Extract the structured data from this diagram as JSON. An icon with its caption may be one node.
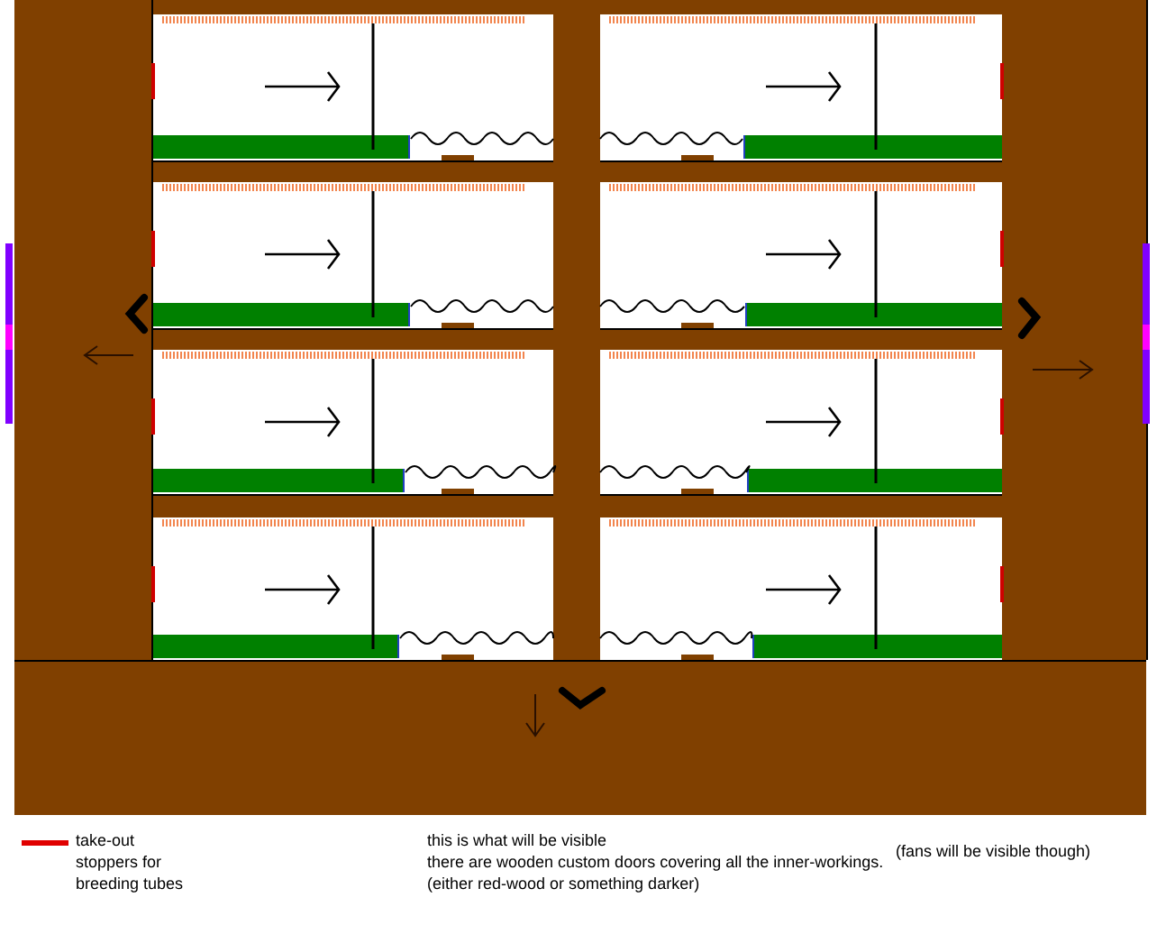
{
  "diagram": {
    "labels": [
      "this is what will be visible",
      "there are wooden custom doors covering all the inner-workings.",
      "(either red-wood or something darker)",
      "(fans will be visible though)"
    ],
    "legend": [
      {
        "text": "take-out stoppers for breeding tubes"
      }
    ]
  }
}
